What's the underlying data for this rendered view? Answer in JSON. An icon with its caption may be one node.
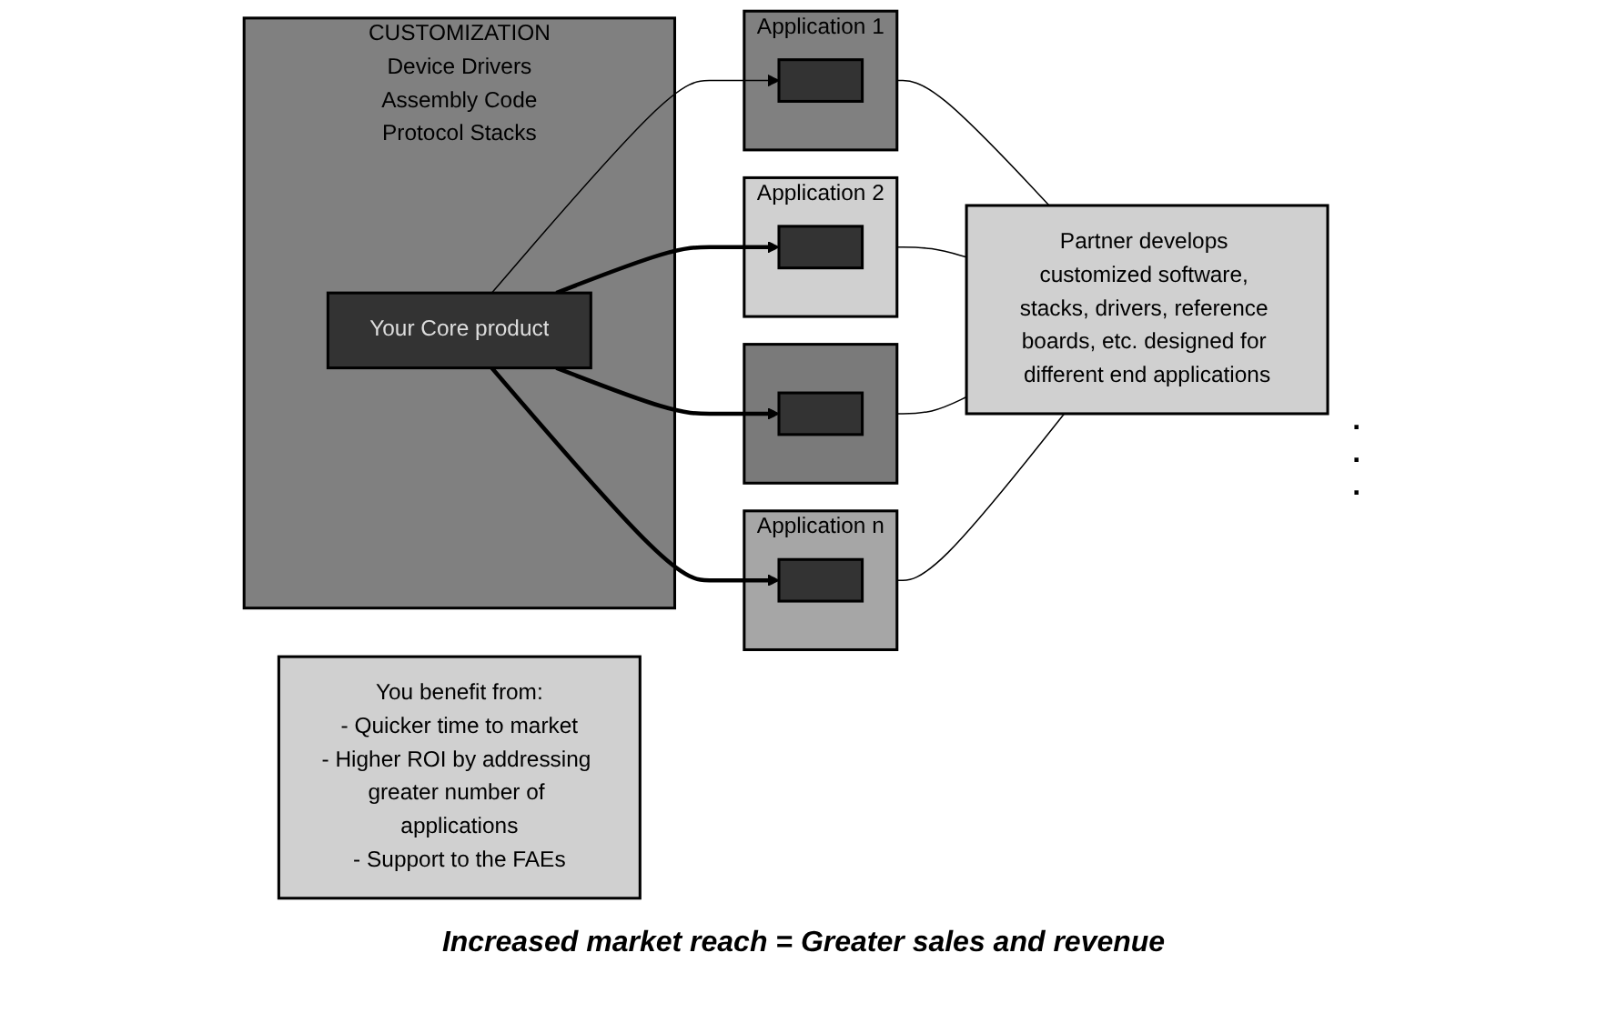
{
  "diagram": {
    "caption": "Increased market reach = Greater sales and revenue",
    "nodes": [
      {
        "text": [
          "CUSTOMIZATION",
          "Device Drivers",
          "Assembly Code",
          "Protocol Stacks"
        ]
      },
      {
        "text": [
          "Your Core product"
        ],
        "in": 0
      },
      {
        "text": [
          "Application 1"
        ]
      },
      {
        "text": [],
        "shape": "box",
        "in": 2
      },
      {
        "text": [
          "Application 2"
        ]
      },
      {
        "text": [],
        "shape": "box",
        "in": 4
      },
      {
        "text": [],
        "shape": "box"
      },
      {
        "text": [],
        "shape": "box",
        "in": 6
      },
      {
        "text": [
          "Application n"
        ]
      },
      {
        "text": [],
        "shape": "box",
        "in": 8
      },
      {
        "text": [
          "Partner develops customized software, stacks, drivers, reference boards, etc. designed for different end applications"
        ]
      },
      {
        "text": [
          "You benefit from:",
          "- Quicker time to market",
          "- Higher ROI by addressing greater number of applications",
          "- Support to the FAEs"
        ]
      }
    ],
    "edges": [
      {
        "from": 1,
        "to": 3,
        "arrow": "to"
      },
      {
        "from": 1,
        "to": 5,
        "arrow": "to",
        "style": "thick"
      },
      {
        "from": 1,
        "to": 7,
        "arrow": "to",
        "style": "thick"
      },
      {
        "from": 1,
        "to": 9,
        "arrow": "to",
        "style": "thick"
      },
      {
        "from": 2,
        "to": 10,
        "arrow": "none"
      },
      {
        "from": 4,
        "to": 10,
        "arrow": "none"
      },
      {
        "from": 6,
        "to": 10,
        "arrow": "none"
      },
      {
        "from": 8,
        "to": 10,
        "arrow": "none"
      }
    ],
    "labels": [
      ".",
      ".",
      "."
    ]
  }
}
